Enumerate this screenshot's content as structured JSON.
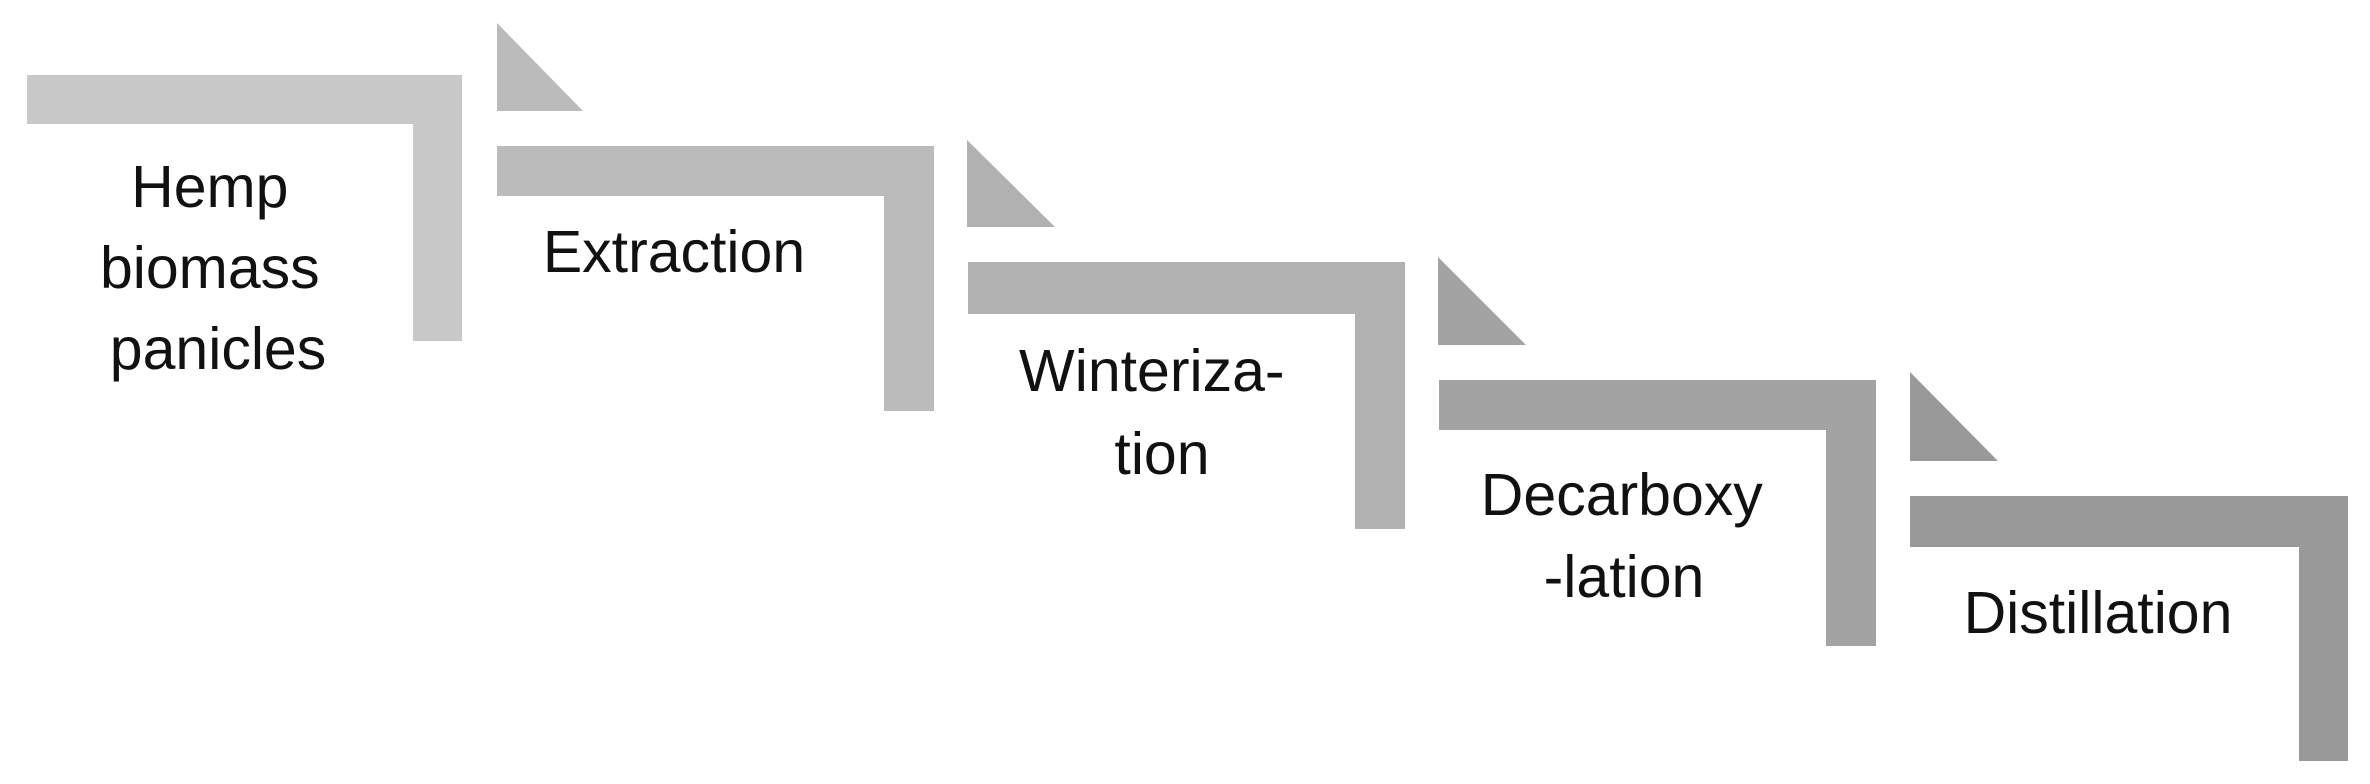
{
  "steps": [
    {
      "label_lines": [
        "Hemp",
        "biomass",
        "panicles"
      ],
      "color": "#c8c8c8"
    },
    {
      "label_lines": [
        "Extraction"
      ],
      "color": "#bbbbbb"
    },
    {
      "label_lines": [
        "Winteriza-",
        "tion"
      ],
      "color": "#b1b1b1"
    },
    {
      "label_lines": [
        "Decarboxy",
        "-lation"
      ],
      "color": "#a3a3a3"
    },
    {
      "label_lines": [
        "Distillation"
      ],
      "color": "#999999"
    }
  ]
}
